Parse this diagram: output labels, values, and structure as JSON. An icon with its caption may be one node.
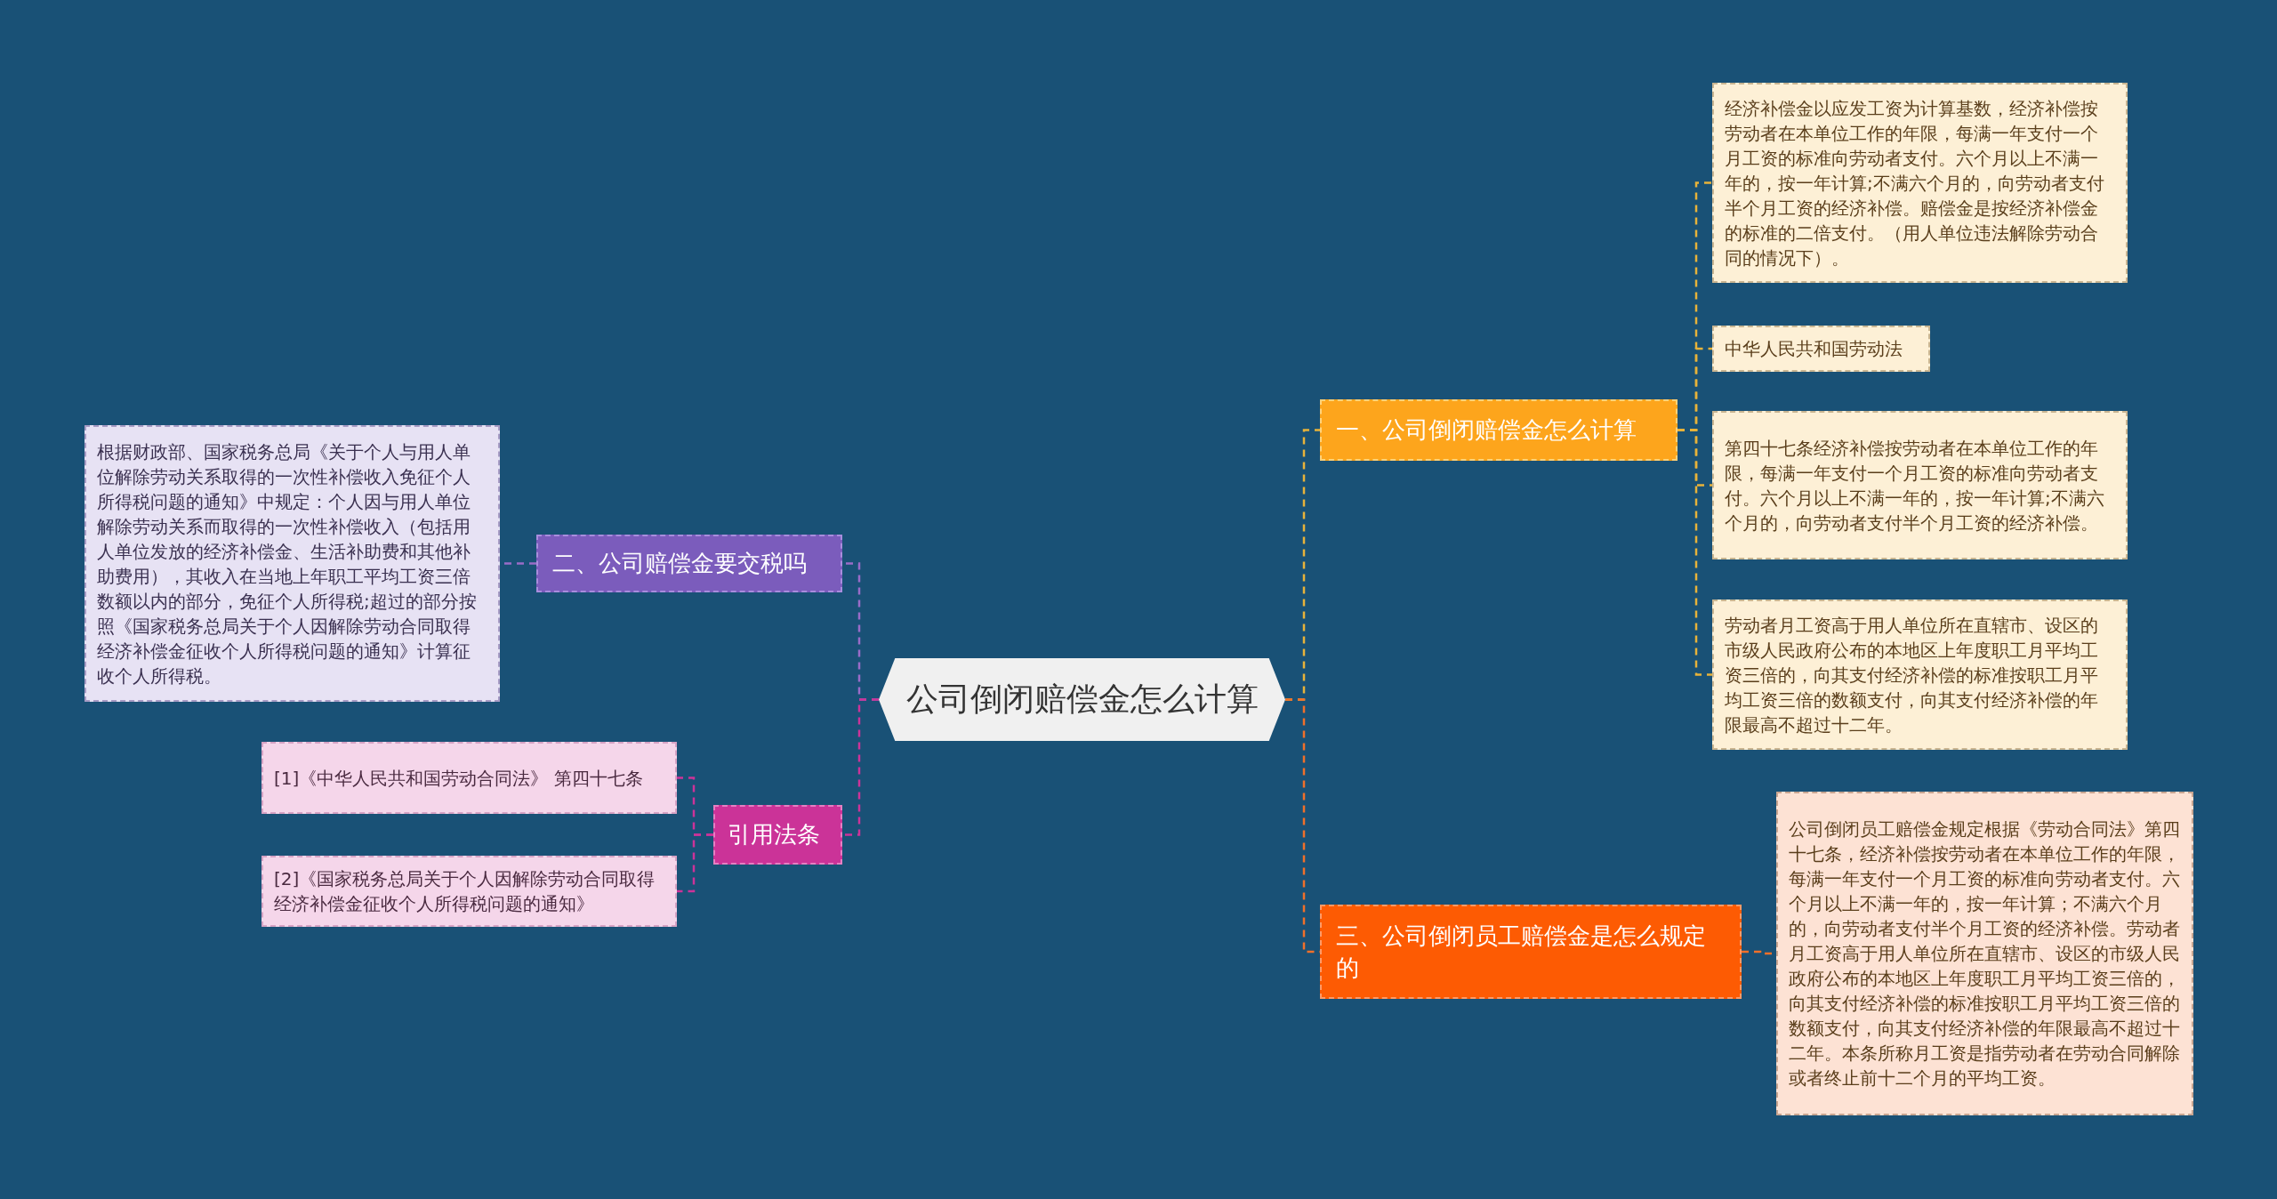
{
  "diagram": {
    "nodes": [
      {
        "text": [
          "公司倒闭赔偿金怎么计算"
        ]
      },
      {
        "text": [
          "一、公司倒闭赔偿金怎么计算"
        ]
      },
      {
        "text": [
          "经济补偿金以应发工资为计算基数，经济补偿按劳动者在本单位工作的年限，每满一年支付一个月工资的标准向劳动者支付。六个月以上不满一年的，按一年计算;不满六个月的，向劳动者支付半个月工资的经济补偿。赔偿金是按经济补偿金的标准的二倍支付。（用人单位违法解除劳动合同的情况下）。"
        ]
      },
      {
        "text": [
          "中华人民共和国劳动法"
        ]
      },
      {
        "text": [
          "第四十七条经济补偿按劳动者在本单位工作的年限，每满一年支付一个月工资的标准向劳动者支付。六个月以上不满一年的，按一年计算;不满六个月的，向劳动者支付半个月工资的经济补偿。"
        ]
      },
      {
        "text": [
          "劳动者月工资高于用人单位所在直辖市、设区的市级人民政府公布的本地区上年度职工月平均工资三倍的，向其支付经济补偿的标准按职工月平均工资三倍的数额支付，向其支付经济补偿的年限最高不超过十二年。"
        ]
      },
      {
        "text": [
          "三、公司倒闭员工赔偿金是怎么规定的"
        ]
      },
      {
        "text": [
          "公司倒闭员工赔偿金规定根据《劳动合同法》第四十七条，经济补偿按劳动者在本单位工作的年限，每满一年支付一个月工资的标准向劳动者支付。六个月以上不满一年的，按一年计算；不满六个月的，向劳动者支付半个月工资的经济补偿。劳动者月工资高于用人单位所在直辖市、设区的市级人民政府公布的本地区上年度职工月平均工资三倍的，向其支付经济补偿的标准按职工月平均工资三倍的数额支付，向其支付经济补偿的年限最高不超过十二年。本条所称月工资是指劳动者在劳动合同解除或者终止前十二个月的平均工资。"
        ]
      },
      {
        "text": [
          "二、公司赔偿金要交税吗"
        ]
      },
      {
        "text": [
          "根据财政部、国家税务总局《关于个人与用人单位解除劳动关系取得的一次性补偿收入免征个人所得税问题的通知》中规定：个人因与用人单位解除劳动关系而取得的一次性补偿收入（包括用人单位发放的经济补偿金、生活补助费和其他补助费用），其收入在当地上年职工平均工资三倍数额以内的部分，免征个人所得税;超过的部分按照《国家税务总局关于个人因解除劳动合同取得经济补偿金征收个人所得税问题的通知》计算征收个人所得税。"
        ]
      },
      {
        "text": [
          "引用法条"
        ]
      },
      {
        "text": [
          "[1]《中华人民共和国劳动合同法》 第四十七条"
        ]
      },
      {
        "text": [
          "[2]《国家税务总局关于个人因解除劳动合同取得经济补偿金征收个人所得税问题的通知》"
        ]
      }
    ],
    "edges": [
      {
        "from": 0,
        "to": 1,
        "arrow": "none",
        "style": "dashed",
        "color": "#e8b33a"
      },
      {
        "from": 0,
        "to": 6,
        "arrow": "none",
        "style": "dashed",
        "color": "#f0702a"
      },
      {
        "from": 0,
        "to": 8,
        "arrow": "none",
        "style": "dashed",
        "color": "#9a6cc8"
      },
      {
        "from": 0,
        "to": 10,
        "arrow": "none",
        "style": "dashed",
        "color": "#cc3399"
      },
      {
        "from": 1,
        "to": 2,
        "arrow": "none",
        "style": "dashed",
        "color": "#e8b33a"
      },
      {
        "from": 1,
        "to": 3,
        "arrow": "none",
        "style": "dashed",
        "color": "#e8b33a"
      },
      {
        "from": 1,
        "to": 4,
        "arrow": "none",
        "style": "dashed",
        "color": "#e8b33a"
      },
      {
        "from": 1,
        "to": 5,
        "arrow": "none",
        "style": "dashed",
        "color": "#e8b33a"
      },
      {
        "from": 6,
        "to": 7,
        "arrow": "none",
        "style": "dashed",
        "color": "#f0702a"
      },
      {
        "from": 8,
        "to": 9,
        "arrow": "none",
        "style": "dashed",
        "color": "#9a6cc8"
      },
      {
        "from": 10,
        "to": 11,
        "arrow": "none",
        "style": "dashed",
        "color": "#cc3399"
      },
      {
        "from": 10,
        "to": 12,
        "arrow": "none",
        "style": "dashed",
        "color": "#cc3399"
      }
    ]
  }
}
